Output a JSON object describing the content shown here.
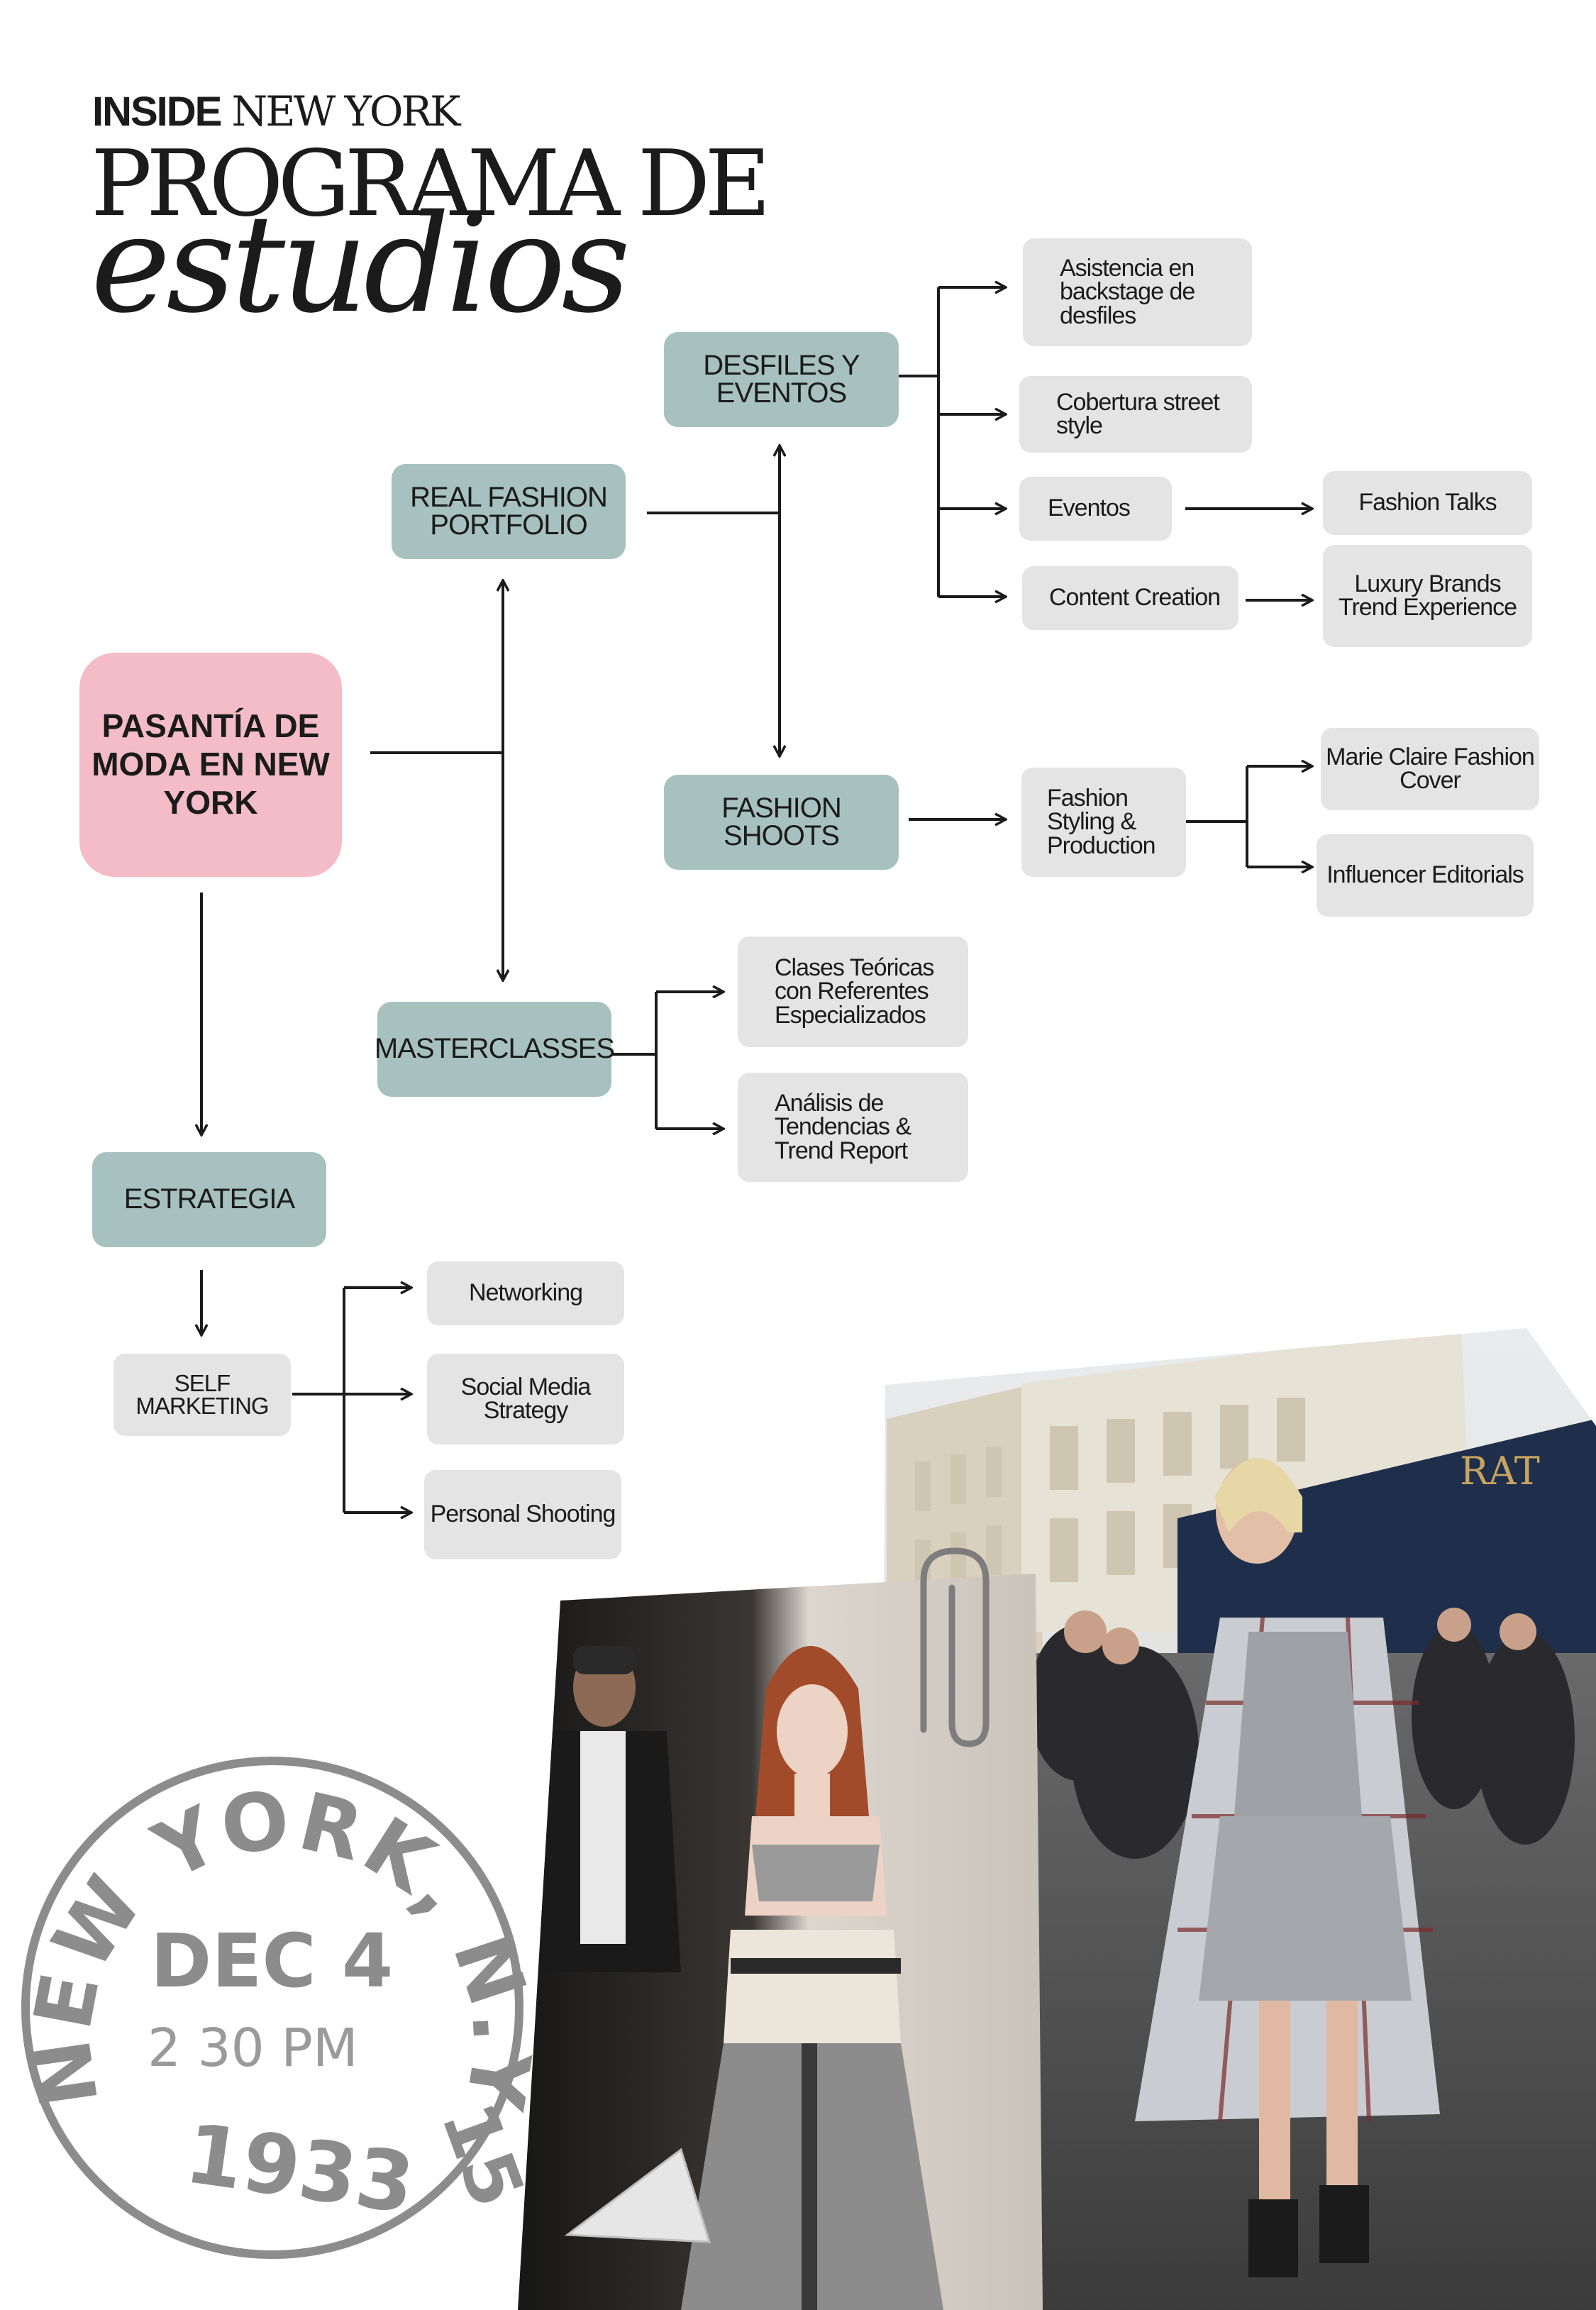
{
  "header": {
    "top_bold": "INSIDE",
    "top_regular": "NEW YORK",
    "line2": "PROGRAMA DE",
    "line3": "estudios"
  },
  "nodes": {
    "root": "PASANTÍA DE MODA EN NEW YORK",
    "portfolio": "REAL FASHION PORTFOLIO",
    "desfiles": "DESFILES Y EVENTOS",
    "shoots": "FASHION SHOOTS",
    "masterclasses": "MASTERCLASSES",
    "estrategia": "ESTRATEGIA",
    "self_marketing": "SELF MARKETING",
    "backstage": "Asistencia en backstage de desfiles",
    "street_style": "Cobertura street style",
    "eventos": "Eventos",
    "content_creation": "Content Creation",
    "fashion_talks": "Fashion Talks",
    "luxury": "Luxury Brands Trend Experience",
    "styling": "Fashion Styling & Production",
    "marie_claire": "Marie Claire Fashion Cover",
    "influencer": "Influencer Editorials",
    "clases": "Clases Teóricas con Referentes Especializados",
    "analisis": "Análisis de Tendencias & Trend Report",
    "networking": "Networking",
    "social_media": "Social Media Strategy",
    "personal_shooting": "Personal Shooting"
  },
  "photos": {
    "street_sign": "RAT"
  },
  "stamp": {
    "city": "NEW YORK, N.Y.",
    "zip": "15",
    "date": "DEC 4",
    "time": "2 30 PM",
    "year": "1933"
  },
  "colors": {
    "teal": "#a7c2be",
    "grey": "#e4e4e4",
    "pink": "#f3bcc7",
    "line": "#1b1b1b",
    "stamp": "#8c8c8c"
  }
}
